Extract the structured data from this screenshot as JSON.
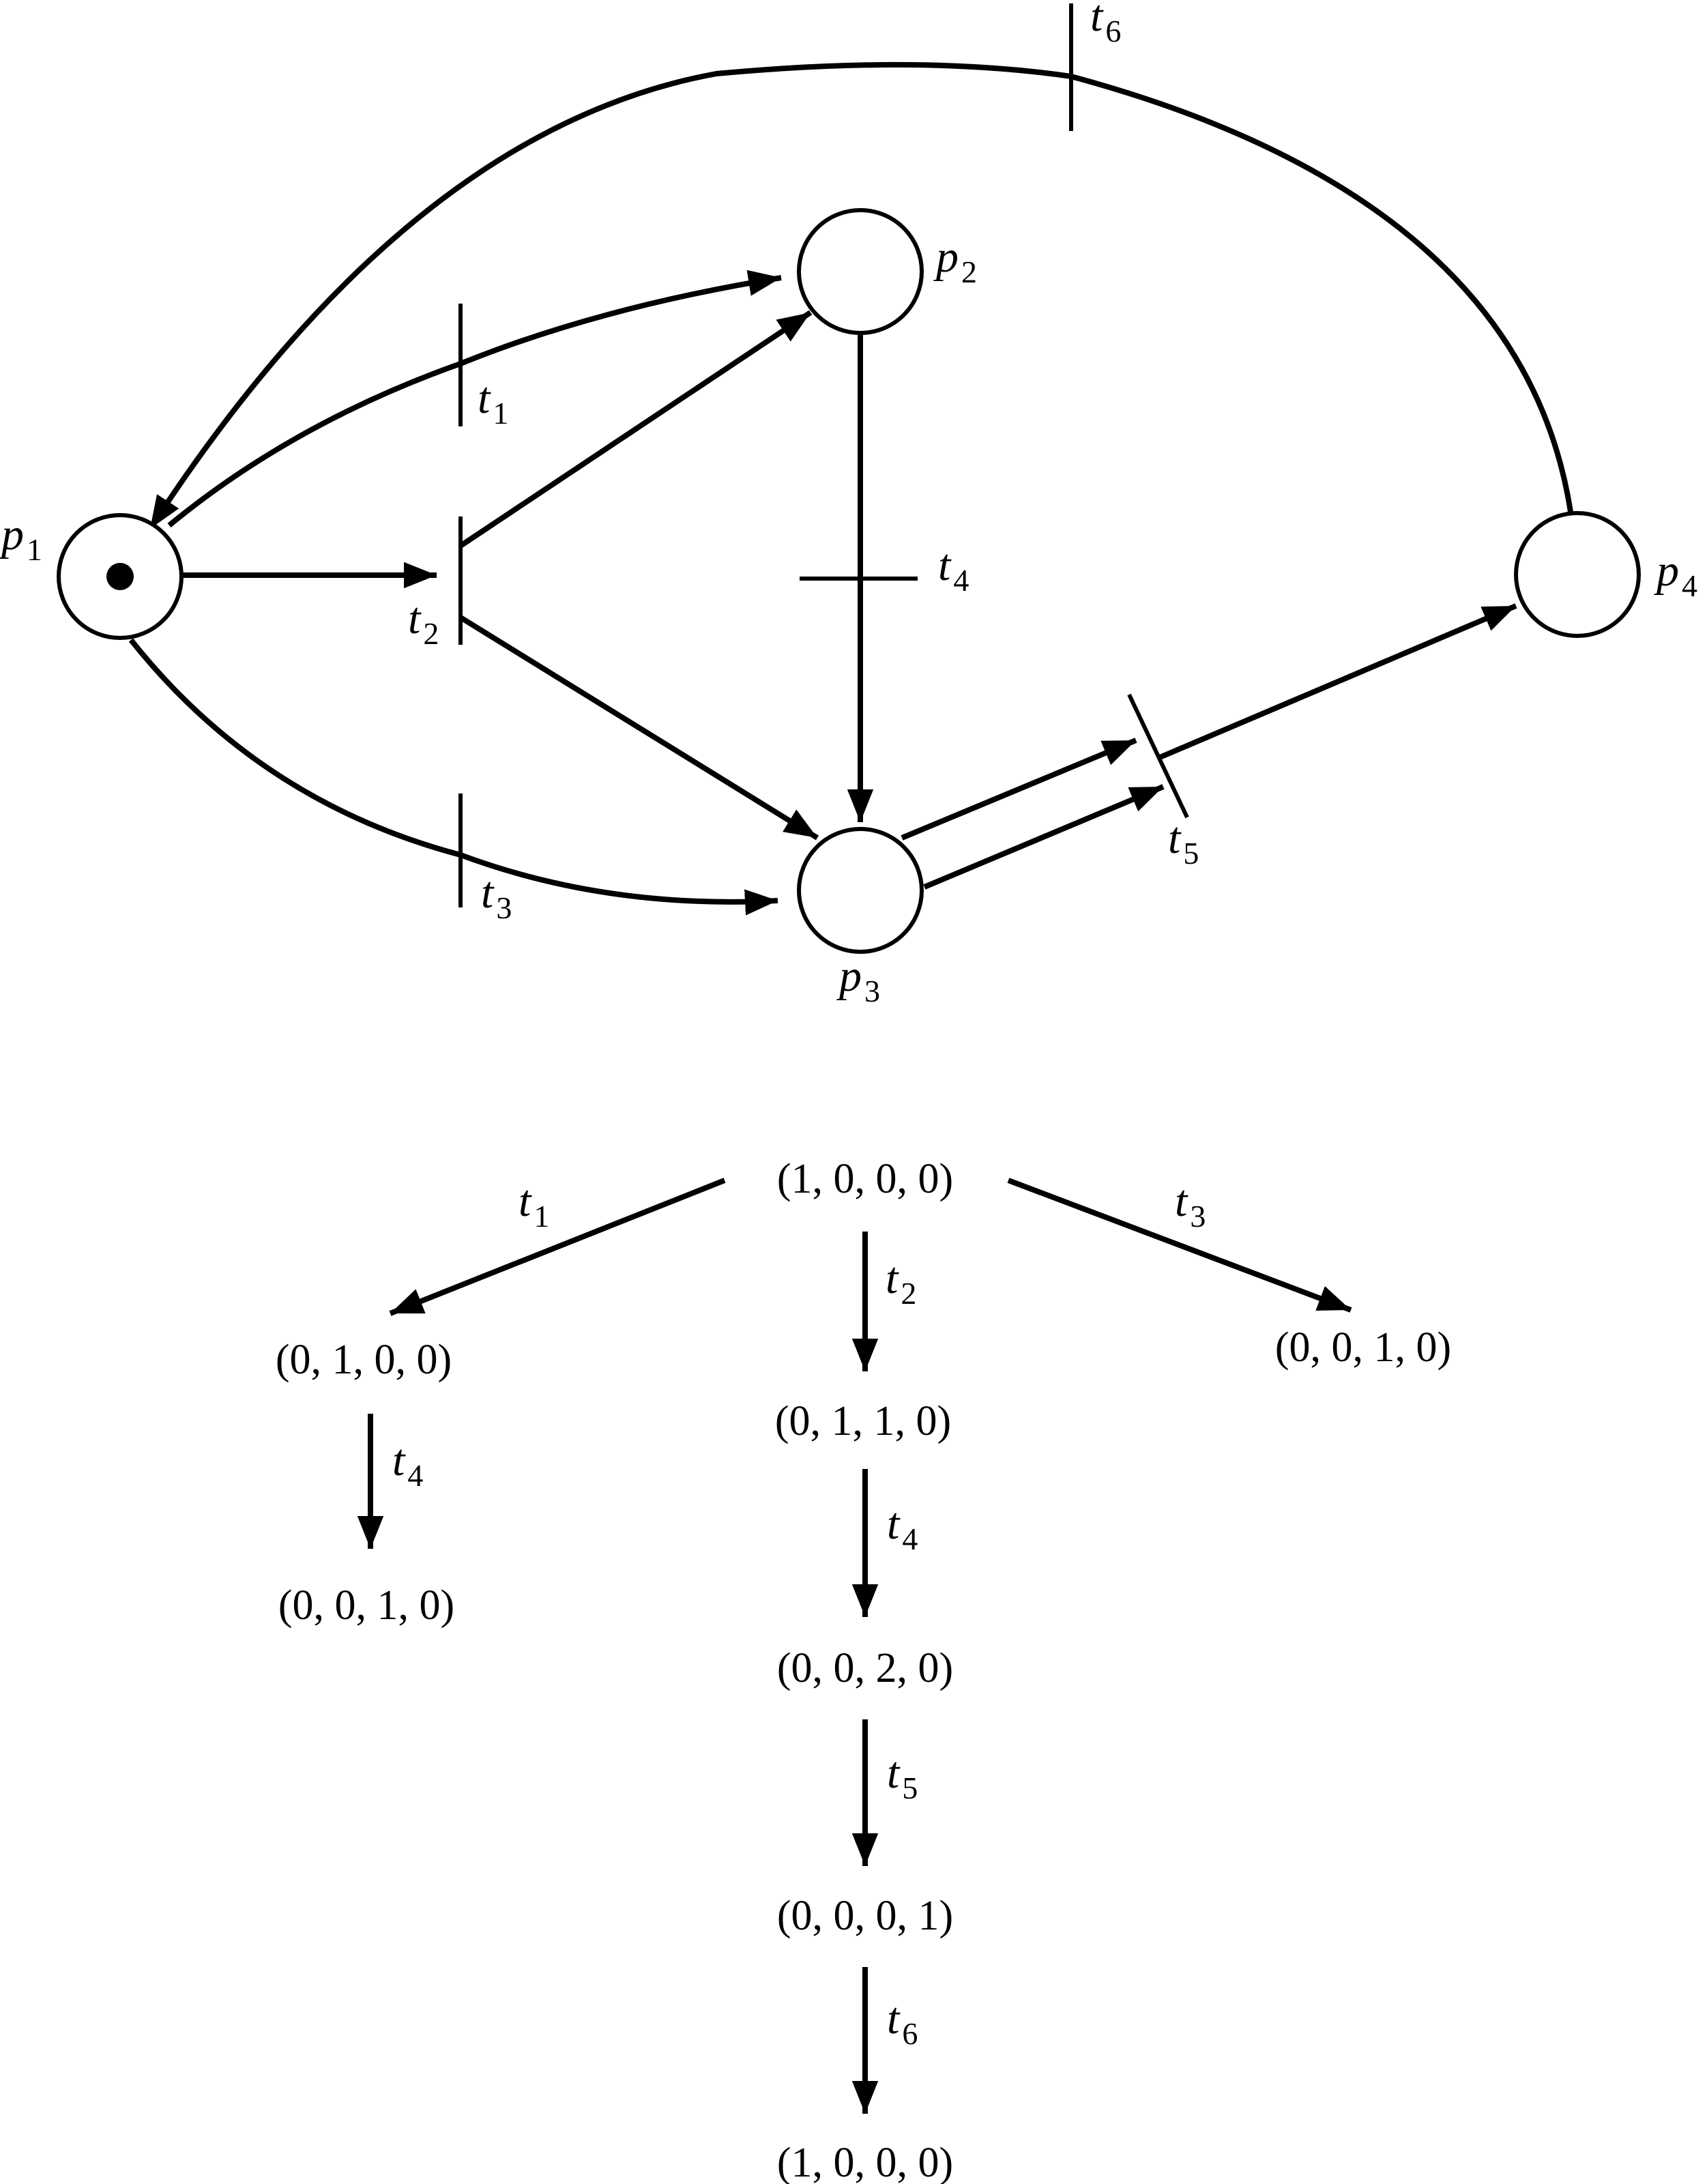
{
  "petri_net": {
    "places": [
      {
        "id": "p1",
        "letter": "p",
        "index": "1",
        "tokens": 1
      },
      {
        "id": "p2",
        "letter": "p",
        "index": "2",
        "tokens": 0
      },
      {
        "id": "p3",
        "letter": "p",
        "index": "3",
        "tokens": 0
      },
      {
        "id": "p4",
        "letter": "p",
        "index": "4",
        "tokens": 0
      }
    ],
    "transitions": [
      {
        "id": "t1",
        "letter": "t",
        "index": "1"
      },
      {
        "id": "t2",
        "letter": "t",
        "index": "2"
      },
      {
        "id": "t3",
        "letter": "t",
        "index": "3"
      },
      {
        "id": "t4",
        "letter": "t",
        "index": "4"
      },
      {
        "id": "t5",
        "letter": "t",
        "index": "5"
      },
      {
        "id": "t6",
        "letter": "t",
        "index": "6"
      }
    ],
    "arcs": [
      {
        "from": "p1",
        "to": "t1"
      },
      {
        "from": "t1",
        "to": "p2"
      },
      {
        "from": "p1",
        "to": "t2"
      },
      {
        "from": "t2",
        "to": "p2"
      },
      {
        "from": "t2",
        "to": "p3"
      },
      {
        "from": "p1",
        "to": "t3"
      },
      {
        "from": "t3",
        "to": "p3"
      },
      {
        "from": "p2",
        "to": "t4"
      },
      {
        "from": "t4",
        "to": "p3"
      },
      {
        "from": "p3",
        "to": "t5",
        "weight": 2
      },
      {
        "from": "t5",
        "to": "p4"
      },
      {
        "from": "p4",
        "to": "t6"
      },
      {
        "from": "t6",
        "to": "p1"
      }
    ]
  },
  "reachability_tree": {
    "nodes": [
      {
        "id": "n0",
        "text": "(1, 0, 0, 0)"
      },
      {
        "id": "n1",
        "text": "(0, 1, 0, 0)"
      },
      {
        "id": "n2",
        "text": "(0, 1, 1, 0)"
      },
      {
        "id": "n3",
        "text": "(0, 0, 1, 0)"
      },
      {
        "id": "n4",
        "text": "(0, 0, 1, 0)"
      },
      {
        "id": "n5",
        "text": "(0, 0, 2, 0)"
      },
      {
        "id": "n6",
        "text": "(0, 0, 0, 1)"
      },
      {
        "id": "n7",
        "text": "(1, 0, 0, 0)"
      }
    ],
    "edges": [
      {
        "from": "n0",
        "to": "n1",
        "letter": "t",
        "index": "1"
      },
      {
        "from": "n0",
        "to": "n2",
        "letter": "t",
        "index": "2"
      },
      {
        "from": "n0",
        "to": "n3",
        "letter": "t",
        "index": "3"
      },
      {
        "from": "n1",
        "to": "n4",
        "letter": "t",
        "index": "4"
      },
      {
        "from": "n2",
        "to": "n5",
        "letter": "t",
        "index": "4"
      },
      {
        "from": "n5",
        "to": "n6",
        "letter": "t",
        "index": "5"
      },
      {
        "from": "n6",
        "to": "n7",
        "letter": "t",
        "index": "6"
      }
    ]
  }
}
